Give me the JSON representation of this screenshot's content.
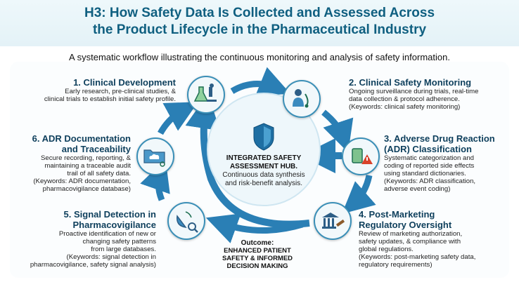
{
  "header": {
    "title_line1": "H3: How Safety Data Is Collected and Assessed Across",
    "title_line2": "the Product Lifecycle in the Pharmaceutical Industry",
    "subtitle": "A systematic workflow illustrating the continuous monitoring and analysis of safety information."
  },
  "steps": [
    {
      "title_lines": [
        "1. Clinical Development"
      ],
      "lines": [
        "Early research, pre-clinical studies, &",
        "clinical trials to establish initial safety profile."
      ],
      "icon": "flask-microscope-icon"
    },
    {
      "title_lines": [
        "2. Clinical Safety Monitoring"
      ],
      "lines": [
        "Ongoing surveillance during trials, real-time",
        "data collection & protocol adherence.",
        "(Keywords: clinical safety monitoring)"
      ],
      "icon": "doctor-stethoscope-icon"
    },
    {
      "title_lines": [
        "3. Adverse Drug Reaction",
        "(ADR) Classification"
      ],
      "lines": [
        "Systematic categorization and",
        "coding of reported side effects",
        "using standard dictionaries.",
        "(Keywords: ADR classification,",
        "adverse event coding)"
      ],
      "icon": "pill-warning-icon"
    },
    {
      "title_lines": [
        "4. Post-Marketing",
        "Regulatory Oversight"
      ],
      "lines": [
        "Review of marketing authorization,",
        "safety updates, & compliance with",
        "global regulations.",
        "(Keywords: post-marketing safety data,",
        "regulatory requirements)"
      ],
      "icon": "gavel-building-icon"
    },
    {
      "title_lines": [
        "5. Signal Detection in",
        "Pharmacovigilance"
      ],
      "lines": [
        "Proactive identification of new or",
        "changing safety patterns",
        "from large databases.",
        "(Keywords: signal detection in",
        "pharmacovigilance, safety signal analysis)"
      ],
      "icon": "satellite-dish-icon"
    },
    {
      "title_lines": [
        "6. ADR Documentation",
        "and Traceability"
      ],
      "lines": [
        "Secure recording, reporting, &",
        "maintaining a traceable audit",
        "trail of all safety data.",
        "(Keywords: ADR documentation,",
        "pharmacovigilance database)"
      ],
      "icon": "folder-cloud-icon"
    }
  ],
  "hub": {
    "title_lines": [
      "INTEGRATED SAFETY",
      "ASSESSMENT HUB."
    ],
    "lines": [
      "Continuous data synthesis",
      "and risk-benefit analysis."
    ],
    "icon": "shield-icon"
  },
  "outcome": {
    "label": "Outcome:",
    "lines": [
      "ENHANCED PATIENT",
      "SAFETY & INFORMED",
      "DECISION MAKING"
    ]
  },
  "colors": {
    "title": "#0f5f80",
    "arrow": "#2a7fb5",
    "node_border": "#3a8fb7",
    "heading": "#0e3f5c"
  }
}
